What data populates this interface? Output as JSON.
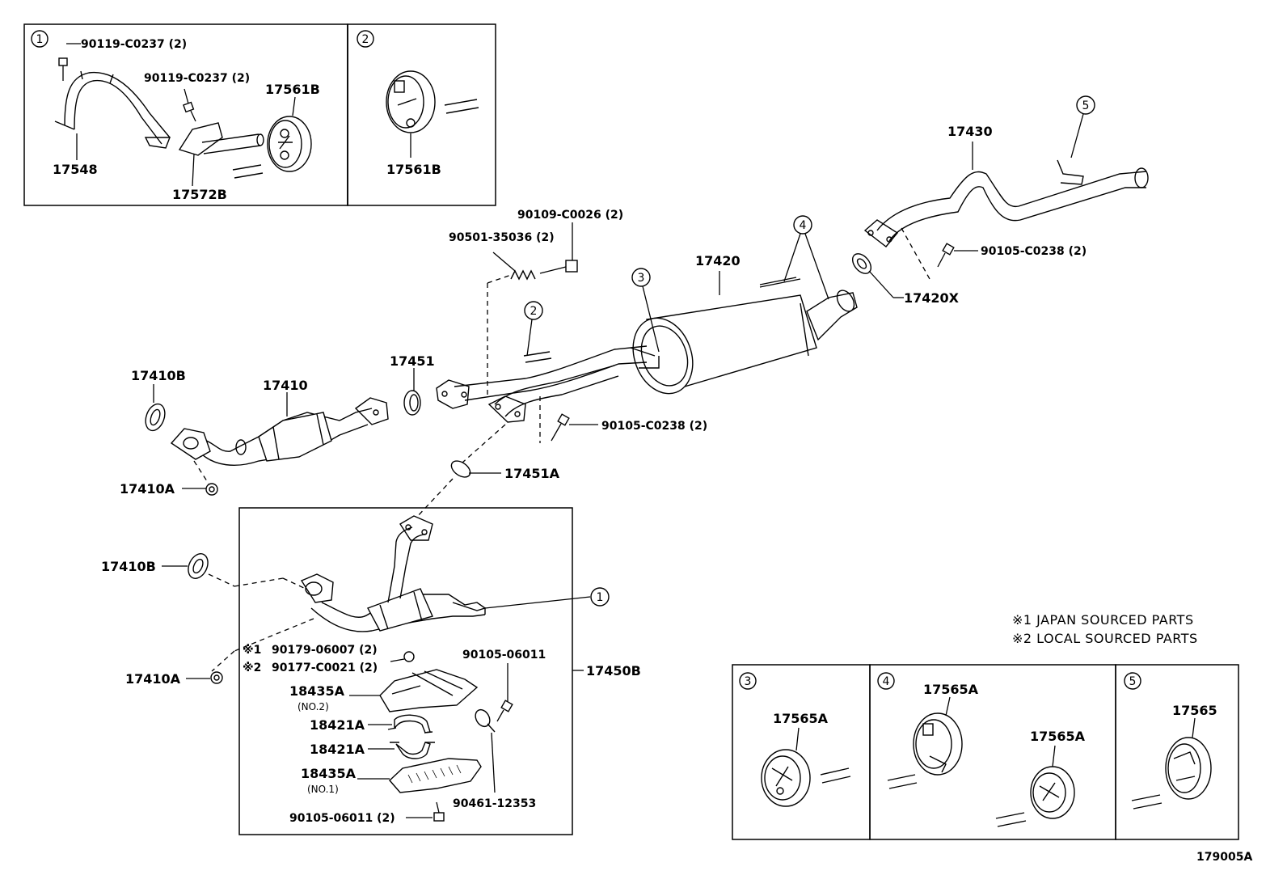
{
  "inset_boxes": {
    "box1": {
      "number": "1",
      "labels": {
        "bolt_top": "90119-C0237 (2)",
        "bolt_mid": "90119-C0237 (2)",
        "bracket": "17548",
        "support": "17572B",
        "hanger": "17561B"
      }
    },
    "box2": {
      "number": "2",
      "labels": {
        "hanger": "17561B"
      }
    },
    "box3": {
      "number": "3",
      "labels": {
        "hanger": "17565A"
      }
    },
    "box4": {
      "number": "4",
      "labels": {
        "hanger_a": "17565A",
        "hanger_b": "17565A"
      }
    },
    "box5": {
      "number": "5",
      "labels": {
        "hanger": "17565"
      }
    }
  },
  "main": {
    "tail_pipe": "17430",
    "callout5": "5",
    "callout4": "4",
    "callout3": "3",
    "callout2": "2",
    "callout1": "1",
    "muffler": "17420",
    "bolt_tail": "90105-C0238 (2)",
    "gasket_tail": "17420X",
    "bolt_spring": "90109-C0026 (2)",
    "spring": "90501-35036 (2)",
    "ring_center": "17451",
    "bolt_center": "90105-C0238 (2)",
    "gasket_center": "17451A",
    "gasket_front_top": "17410B",
    "front_pipe": "17410",
    "nut_front_top": "17410A",
    "gasket_front_bottom": "17410B",
    "nut_front_bottom": "17410A",
    "front_pipe_assy": "17450B",
    "nut_japan": "90179-06007 (2)",
    "nut_local": "90177-C0021 (2)",
    "mark1": "※1",
    "mark2": "※2",
    "insulator_no2": "18435A",
    "insulator_no2_sub": "(NO.2)",
    "clamp_a": "18421A",
    "clamp_b": "18421A",
    "insulator_no1": "18435A",
    "insulator_no1_sub": "(NO.1)",
    "bolt_ins_top": "90105-06011",
    "clamp_band": "90461-12353",
    "bolt_ins_bottom": "90105-06011 (2)"
  },
  "notes": {
    "japan": "※1 JAPAN SOURCED PARTS",
    "local": "※2 LOCAL SOURCED PARTS"
  },
  "figure_id": "179005A"
}
